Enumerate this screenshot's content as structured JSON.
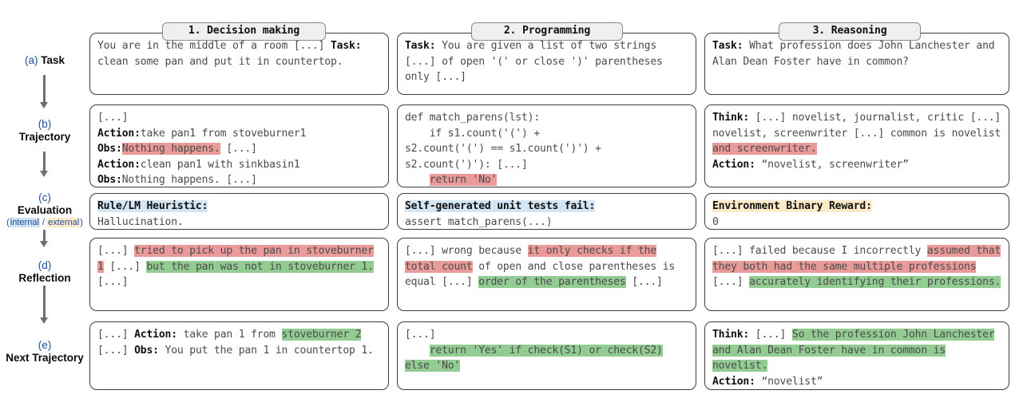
{
  "columns": [
    {
      "id": "decision-making",
      "title": "1. Decision making"
    },
    {
      "id": "programming",
      "title": "2. Programming"
    },
    {
      "id": "reasoning",
      "title": "3. Reasoning"
    }
  ],
  "stages": [
    {
      "id": "task",
      "tag": "(a)",
      "name": "Task"
    },
    {
      "id": "trajectory",
      "tag": "(b)",
      "name": "Trajectory"
    },
    {
      "id": "evaluation",
      "tag": "(c)",
      "name": "Evaluation",
      "sub": {
        "internal": "internal",
        "separator": " / ",
        "external": "external",
        "open": "(",
        "close": ")"
      }
    },
    {
      "id": "reflection",
      "tag": "(d)",
      "name": "Reflection"
    },
    {
      "id": "next-trajectory",
      "tag": "(e)",
      "name": "Next Trajectory"
    }
  ],
  "colors": {
    "error_highlight": "#eb9a9a",
    "correct_highlight": "#93cc93",
    "internal_highlight": "#d4e5f4",
    "external_highlight": "#fdeac9",
    "box_border": "#3d3d3d",
    "arrow": "#6e6e6e",
    "label_tag": "#1f4e9c"
  },
  "cells": {
    "task": {
      "decision_making": "You are in the middle of a room [...] <b>Task:</b> clean some pan and put it in countertop.",
      "programming": "<b>Task:</b> You are given a list of two strings [...] of open '(' or close ')' parentheses only [...]",
      "reasoning": "<b>Task:</b> What profession does John Lanchester and Alan Dean Foster have in common?"
    },
    "trajectory": {
      "decision_making": "[...]<br><b>Action:</b>take pan1 from stoveburner1<br><b>Obs:</b><span class=\"hl-red\">Nothing happens.</span> [...]<br><b>Action:</b>clean pan1 with sinkbasin1<br><b>Obs:</b>Nothing happens. [...]",
      "programming": "def match_parens(lst):<br>&nbsp;&nbsp;&nbsp;&nbsp;if s1.count('(') +<br>s2.count('(') == s1.count(')') +<br>s2.count(')'): [...]<br>&nbsp;&nbsp;&nbsp;&nbsp;<span class=\"hl-red\">return 'No'</span>",
      "reasoning": "<b>Think:</b> [...] novelist, journalist, critic [...] novelist, screenwriter [...] common is novelist <span class=\"hl-red\">and screenwriter.</span><br><b>Action:</b> &ldquo;novelist, screenwriter&rdquo;"
    },
    "evaluation": {
      "decision_making": "<b><span class=\"hl-blue\">Rule/LM Heuristic:</span></b><br>Hallucination.",
      "programming": "<b><span class=\"hl-blue\">Self-generated unit tests fail:</span></b><br>assert match_parens(...)",
      "reasoning": "<b><span class=\"hl-orange\">Environment Binary Reward:</span></b><br>0"
    },
    "reflection": {
      "decision_making": "[...] <span class=\"hl-red\">tried to pick up the pan in stoveburner 1</span> [...] <span class=\"hl-green\">but the pan was not in stoveburner 1.</span> [...]",
      "programming": "[...] wrong because <span class=\"hl-red\">it only checks if the total count</span> of open and close parentheses is equal [...] <span class=\"hl-green\">order of the parentheses</span> [...]",
      "reasoning": "[...] failed because I incorrectly <span class=\"hl-red\">assumed that they both had the same multiple professions</span> [...] <span class=\"hl-green\">accurately identifying their professions.</span>"
    },
    "next_trajectory": {
      "decision_making": "[...] <b>Action:</b> take pan 1 from <span class=\"hl-green\">stoveburner 2</span><br>[...] <b>Obs:</b> You put the pan 1 in countertop 1.",
      "programming": "[...]<br>&nbsp;&nbsp;&nbsp;&nbsp;<span class=\"hl-green\">return 'Yes' if check(S1) or check(S2) else 'No'</span>",
      "reasoning": "<b>Think:</b> [...] <span class=\"hl-green\">So the profession John Lanchester and Alan Dean Foster have in common is novelist.</span><br><b>Action:</b> &ldquo;novelist&rdquo;"
    }
  }
}
